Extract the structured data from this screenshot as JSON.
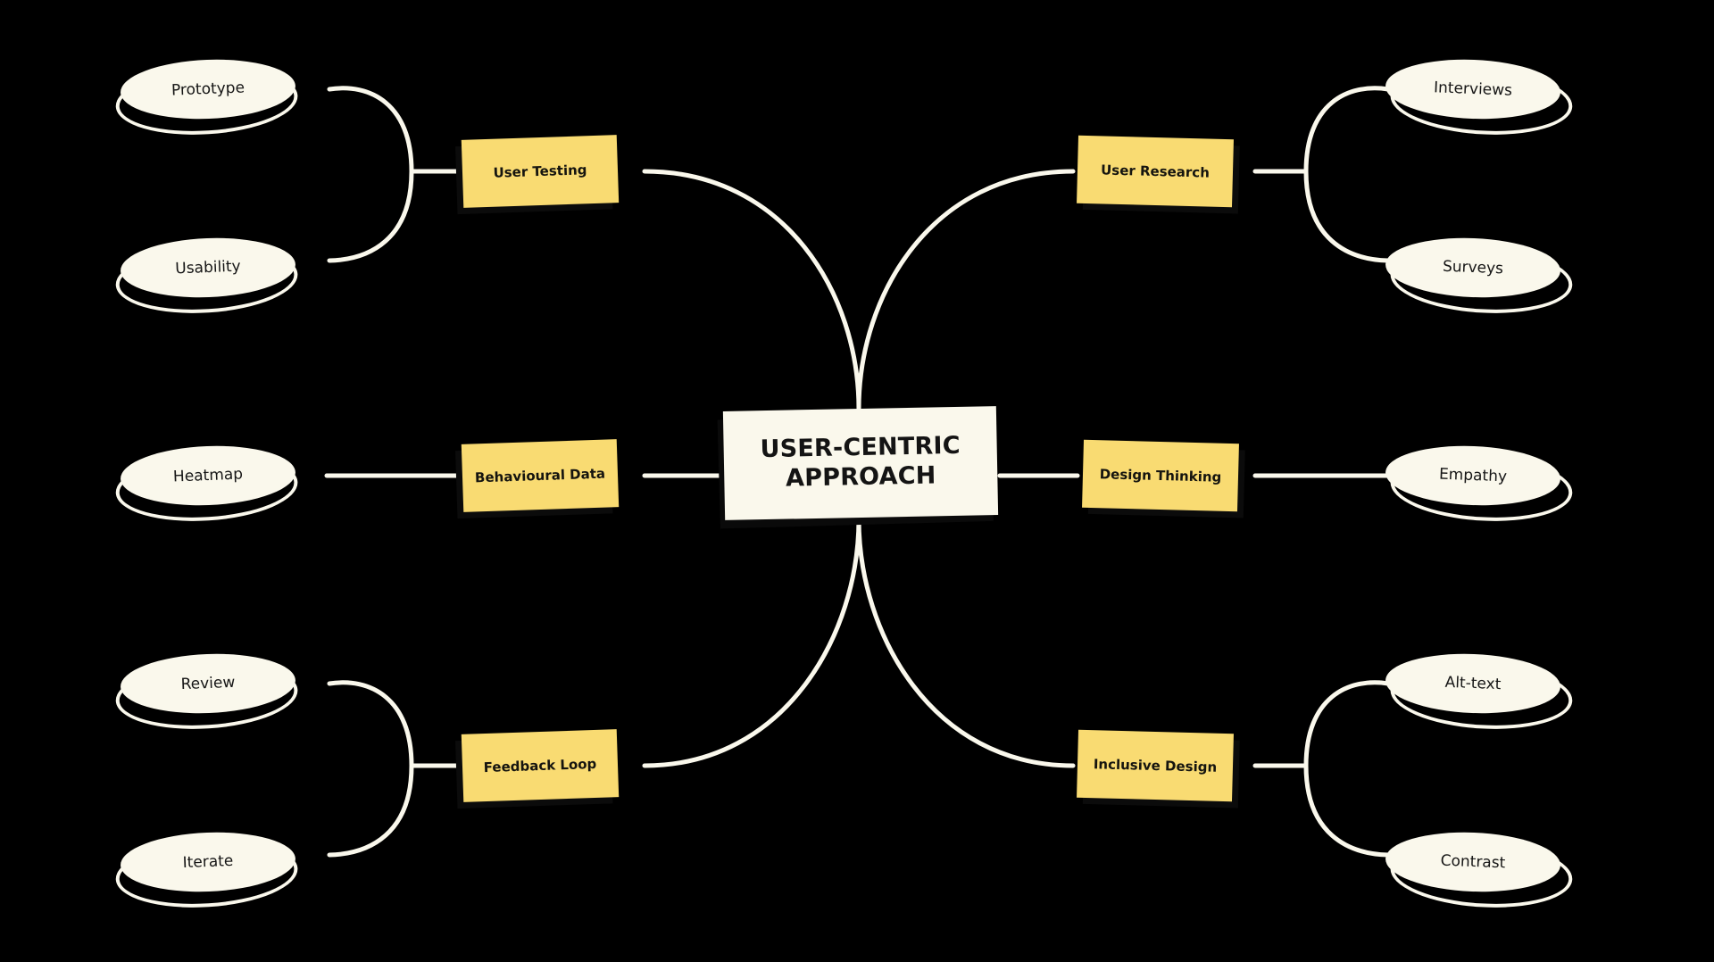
{
  "diagram": {
    "type": "mind-map",
    "background_color": "#000000",
    "central_color": "#FAF8EC",
    "branch_color": "#F9DB72",
    "leaf_color": "#FAF8EC",
    "edge_color": "#FAF8EC",
    "central": {
      "label": "USER-CENTRIC APPROACH",
      "line1": "USER-CENTRIC",
      "line2": "APPROACH"
    },
    "branches": [
      {
        "id": "user-testing",
        "label": "User Testing",
        "side": "left",
        "row": "top",
        "leaves": [
          {
            "id": "prototype",
            "label": "Prototype"
          },
          {
            "id": "usability",
            "label": "Usability"
          }
        ]
      },
      {
        "id": "behavioural-data",
        "label": "Behavioural Data",
        "side": "left",
        "row": "middle",
        "leaves": [
          {
            "id": "heatmap",
            "label": "Heatmap"
          }
        ]
      },
      {
        "id": "feedback-loop",
        "label": "Feedback Loop",
        "side": "left",
        "row": "bottom",
        "leaves": [
          {
            "id": "review",
            "label": "Review"
          },
          {
            "id": "iterate",
            "label": "Iterate"
          }
        ]
      },
      {
        "id": "user-research",
        "label": "User Research",
        "side": "right",
        "row": "top",
        "leaves": [
          {
            "id": "interviews",
            "label": "Interviews"
          },
          {
            "id": "surveys",
            "label": "Surveys"
          }
        ]
      },
      {
        "id": "design-thinking",
        "label": "Design Thinking",
        "side": "right",
        "row": "middle",
        "leaves": [
          {
            "id": "empathy",
            "label": "Empathy"
          }
        ]
      },
      {
        "id": "inclusive-design",
        "label": "Inclusive Design",
        "side": "right",
        "row": "bottom",
        "leaves": [
          {
            "id": "alt-text",
            "label": "Alt-text"
          },
          {
            "id": "contrast",
            "label": "Contrast"
          }
        ]
      }
    ]
  }
}
